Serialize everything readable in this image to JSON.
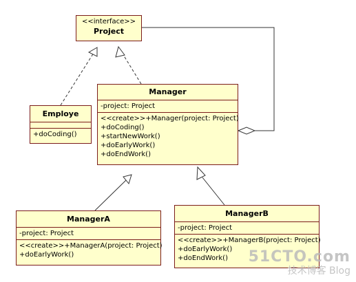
{
  "project": {
    "stereotype": "<<interface>>",
    "name": "Project"
  },
  "employe": {
    "name": "Employe",
    "methods": [
      "+doCoding()"
    ]
  },
  "manager": {
    "name": "Manager",
    "attributes": [
      "-project: Project"
    ],
    "methods": [
      "<<create>>+Manager(project: Project)",
      "+doCoding()",
      "+startNewWork()",
      "+doEarlyWork()",
      "+doEndWork()"
    ]
  },
  "managerA": {
    "name": "ManagerA",
    "attributes": [
      "-project: Project"
    ],
    "methods": [
      "<<create>>+ManagerA(project: Project)",
      "+doEarlyWork()"
    ]
  },
  "managerB": {
    "name": "ManagerB",
    "attributes": [
      "-project: Project"
    ],
    "methods": [
      "<<create>>+ManagerB(project: Project)",
      "+doEarlyWork()",
      "+doEndWork()"
    ]
  },
  "watermark": {
    "site": "51CTO.com",
    "sub": "技术博客 Blog"
  },
  "colors": {
    "fill": "#ffffcc",
    "border": "#7a1a1a",
    "line": "#333333"
  }
}
